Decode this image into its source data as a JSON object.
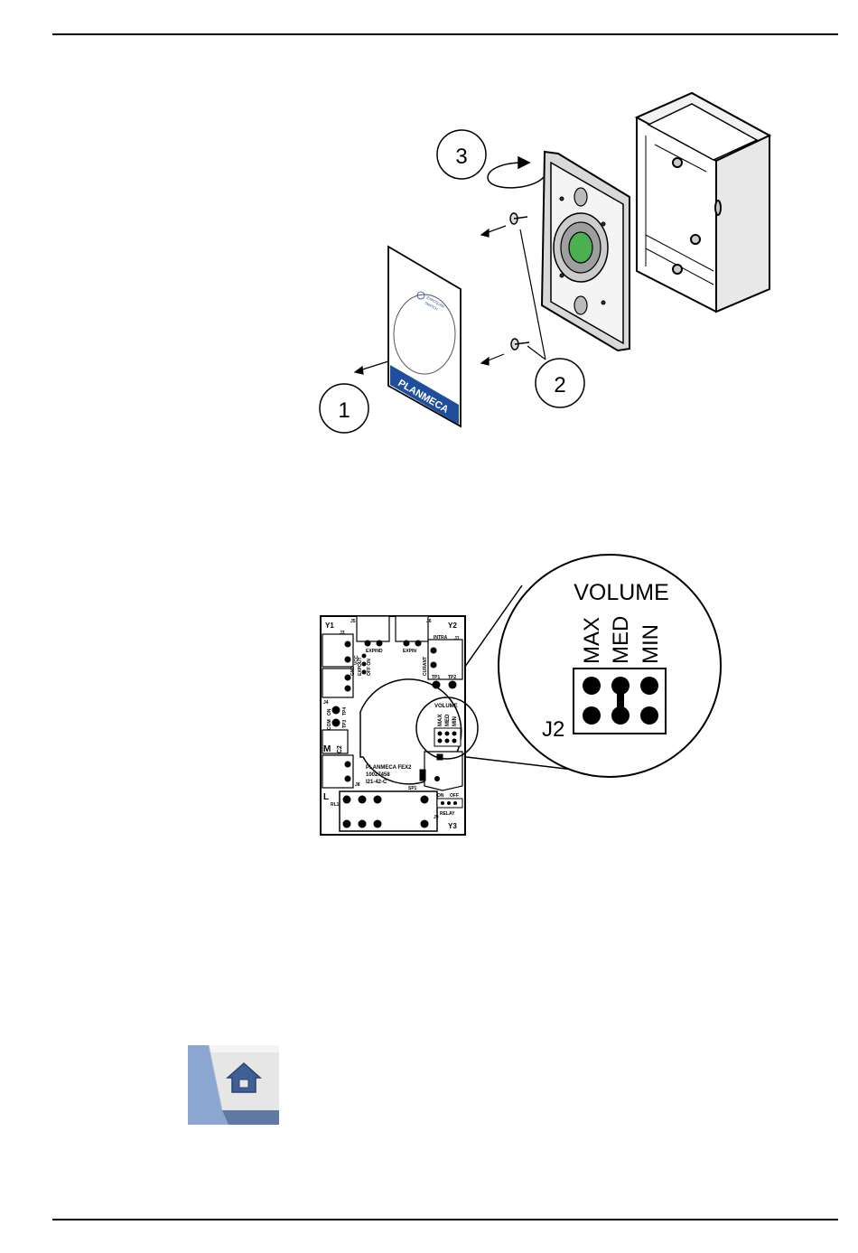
{
  "figure1": {
    "callouts": [
      "1",
      "2",
      "3"
    ],
    "card_brand": "PLANMECA",
    "card_small_text": [
      "EXPOSURE",
      "SWITCH"
    ],
    "button_color": "#4caf50",
    "brand_color": "#1f4e9c"
  },
  "figure2": {
    "zoom": {
      "title": "VOLUME",
      "labels": [
        "MAX",
        "MED",
        "MIN"
      ],
      "jumper": "J2"
    },
    "board": {
      "corner_labels": [
        "Y1",
        "Y2",
        "Y3"
      ],
      "top_labels": [
        "J3",
        "J5",
        "J6",
        "J1"
      ],
      "connector_labels": [
        "INTRA",
        "EXPIN",
        "EXPOUT",
        "EXPIND",
        "GND",
        "CURANT",
        "VCC",
        "OFF ON"
      ],
      "test_points": [
        "TP1",
        "TP2",
        "TP3",
        "TP4"
      ],
      "side_labels": [
        "J4",
        "ON",
        "COM",
        "C2",
        "M",
        "J8",
        "L",
        "RL1",
        "SP1",
        "J9"
      ],
      "volume": "VOLUME",
      "volume_labels": [
        "MAX",
        "MED",
        "MIN"
      ],
      "product": "PLANMECA FEX2",
      "part_no": "10027458",
      "code": "I21-42-C",
      "relay_on": "ON",
      "relay_off": "OFF",
      "relay": "RELAY"
    }
  },
  "home_tile": {
    "icon": "home-icon",
    "bg_light": "#8aa6d1",
    "bg_dark": "#5f7aa3",
    "tile_light": "#e6e6e6",
    "icon_color": "#3f5f95"
  }
}
